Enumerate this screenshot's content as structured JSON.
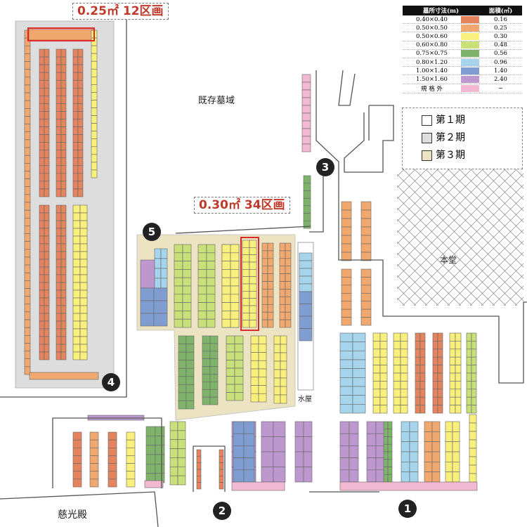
{
  "legend": {
    "header_size": "墓所寸法(m)",
    "header_area": "面積(㎡)",
    "rows": [
      {
        "size": "0.40×0.40",
        "color": "#e4845e",
        "area": "0.16"
      },
      {
        "size": "0.50×0.50",
        "color": "#f0a86e",
        "area": "0.25"
      },
      {
        "size": "0.50×0.60",
        "color": "#f9ef7c",
        "area": "0.30"
      },
      {
        "size": "0.60×0.80",
        "color": "#c9df79",
        "area": "0.48"
      },
      {
        "size": "0.75×0.75",
        "color": "#7fb36b",
        "area": "0.56"
      },
      {
        "size": "0.80×1.20",
        "color": "#a6d4ec",
        "area": "0.96"
      },
      {
        "size": "1.00×1.40",
        "color": "#7f9dd1",
        "area": "1.40"
      },
      {
        "size": "1.50×1.60",
        "color": "#bd98cf",
        "area": "2.40"
      },
      {
        "size": "規 格 外",
        "color": "#f3b8d2",
        "area": "−"
      }
    ]
  },
  "phases": [
    {
      "label": "第１期",
      "color": "#ffffff"
    },
    {
      "label": "第２期",
      "color": "#dddddd"
    },
    {
      "label": "第３期",
      "color": "#ece3c3"
    }
  ],
  "callouts": {
    "left": "0.25㎡ 12区画",
    "center": "0.30㎡ 34区画"
  },
  "labels": {
    "existing": "既存墓域",
    "main_hall": "本堂",
    "water": "水屋",
    "jikoden": "慈光殿"
  },
  "markers": [
    "1",
    "2",
    "3",
    "4",
    "5"
  ]
}
